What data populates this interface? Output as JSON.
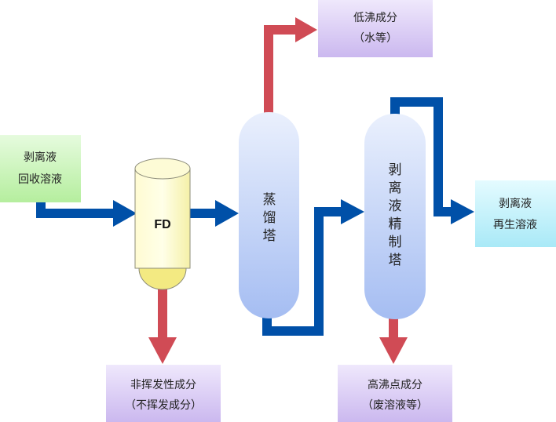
{
  "nodes": {
    "recovery": {
      "line1": "剥离液",
      "line2": "回收溶液",
      "fill": "#ccf6bd"
    },
    "fd": {
      "label": "FD"
    },
    "distill": {
      "label": "蒸馏塔"
    },
    "refine": {
      "label": "剥离液精制塔"
    },
    "low_boil": {
      "line1": "低沸成分",
      "line2": "（水等）",
      "fill": "#ddd0f5"
    },
    "nonvolatile": {
      "line1": "非挥发性成分",
      "line2": "（不挥发成分）",
      "fill": "#ddd0f5"
    },
    "high_boil": {
      "line1": "高沸点成分",
      "line2": "（废溶液等）",
      "fill": "#ddd0f5"
    },
    "regen": {
      "line1": "剥离液",
      "line2": "再生溶液",
      "fill": "#c8f1fb"
    }
  },
  "colors": {
    "flow_main": "#0050a8",
    "flow_waste": "#d04b55"
  }
}
